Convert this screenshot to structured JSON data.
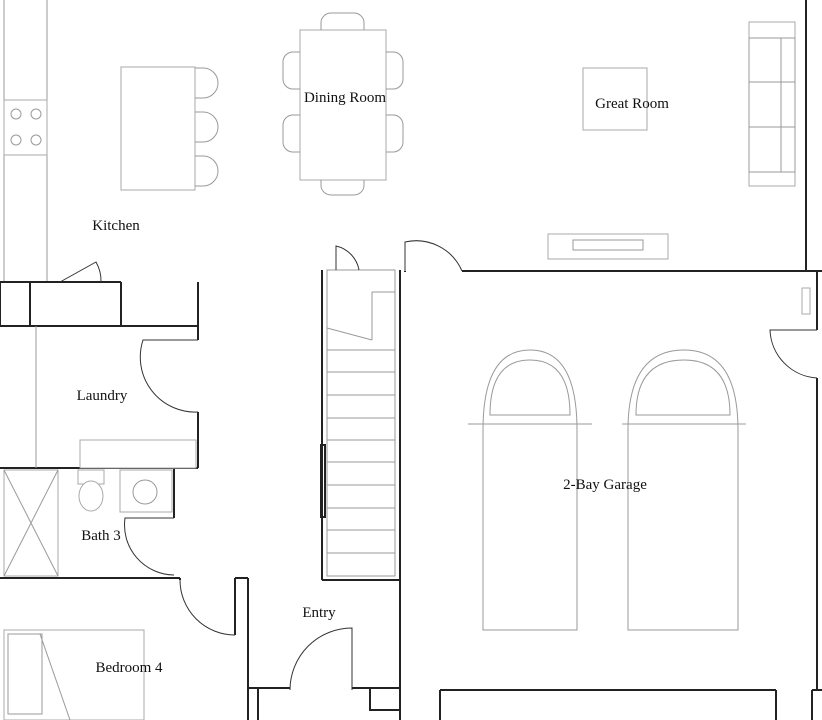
{
  "rooms": {
    "dining_room": "Dining Room",
    "great_room": "Great Room",
    "kitchen": "Kitchen",
    "laundry": "Laundry",
    "garage": "2-Bay Garage",
    "bath3": "Bath 3",
    "entry": "Entry",
    "bedroom4": "Bedroom 4"
  }
}
